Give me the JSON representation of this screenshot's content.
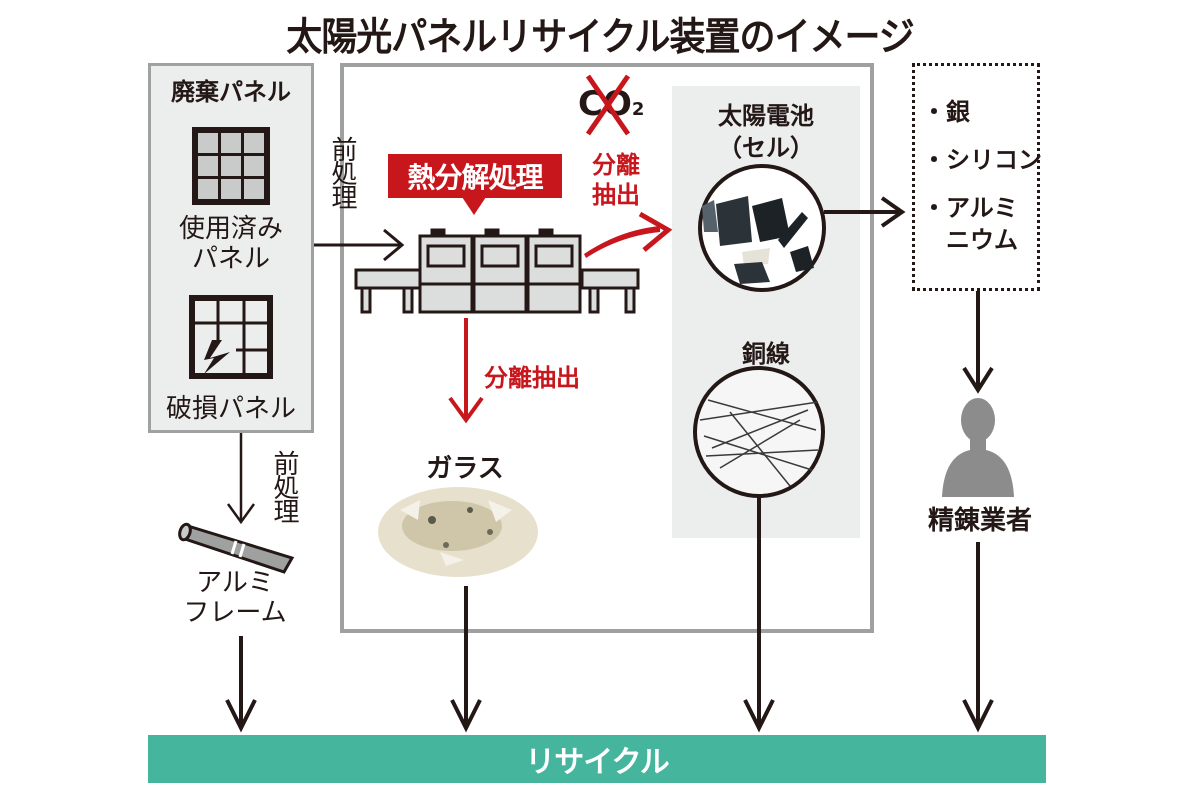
{
  "title": "太陽光パネルリサイクル装置のイメージ",
  "waste_panels": {
    "heading": "廃棄パネル",
    "used_panel_label_1": "使用済み",
    "used_panel_label_2": "パネル",
    "broken_panel_label": "破損パネル"
  },
  "pretreatment_label": "前処理",
  "pretreatment_label_frame": "前処理",
  "aluminum_frame": {
    "line1": "アルミ",
    "line2": "フレーム"
  },
  "pyrolysis_badge": "熱分解処理",
  "co2_label": "CO",
  "co2_subscript": "2",
  "separation_label_cell": {
    "line1": "分離",
    "line2": "抽出"
  },
  "separation_label_glass": "分離抽出",
  "glass_label": "ガラス",
  "solar_cell": {
    "line1": "太陽電池",
    "line2": "（セル）"
  },
  "copper_wire_label": "銅線",
  "metals": {
    "items": [
      "・銀",
      "・シリコン",
      "・アルミ",
      "　ニウム"
    ]
  },
  "refiner_label": "精錬業者",
  "recycle_label": "リサイクル",
  "colors": {
    "accent_red": "#c8161d",
    "recycle_green": "#45b59e",
    "panel_gray": "#eceeee",
    "border_gray": "#9fa0a0",
    "ink": "#231815"
  }
}
